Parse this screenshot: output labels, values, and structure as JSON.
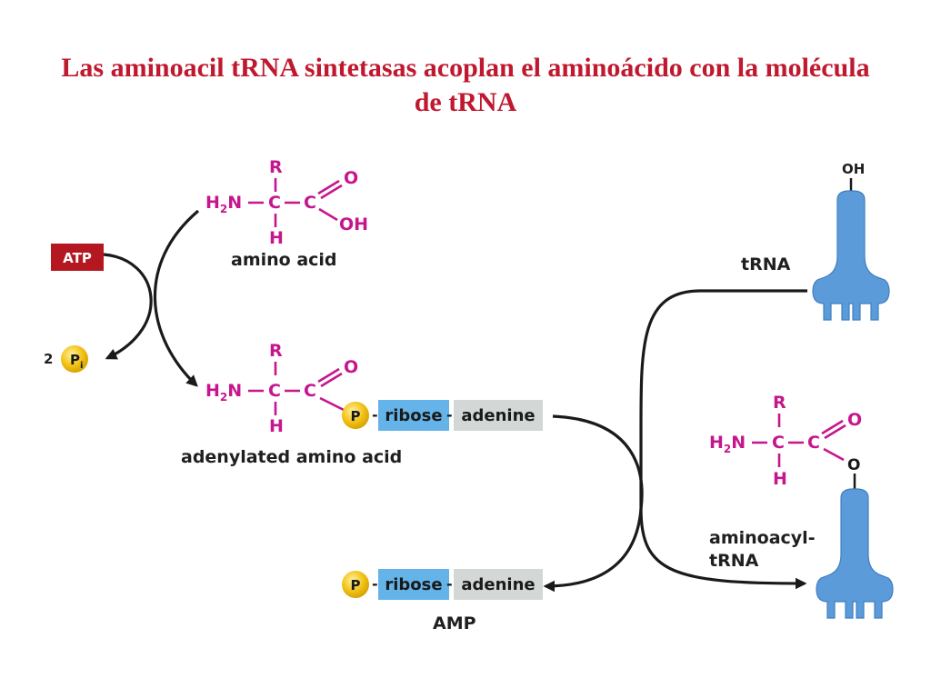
{
  "title": {
    "line1": "Las aminoacil tRNA sintetasas acoplan el aminoácido con la molécula",
    "line2": "de tRNA"
  },
  "chem": {
    "R": "R",
    "H": "H",
    "C": "C",
    "O": "O",
    "OH": "OH",
    "H2N_H": "H",
    "H2N_2": "2",
    "H2N_N": "N"
  },
  "labels": {
    "atp": "ATP",
    "pi_count": "2",
    "pi_P": "P",
    "pi_i": "i",
    "amino_acid": "amino acid",
    "adenylated": "adenylated amino acid",
    "amp": "AMP",
    "trna": "tRNA",
    "trna_oh": "OH",
    "aminoacyl_1": "aminoacyl-",
    "aminoacyl_2": "tRNA",
    "aminoacyl_O": "O"
  },
  "blocks": {
    "phosphate": "P",
    "ribose": "ribose",
    "adenine": "adenine"
  },
  "colors": {
    "title": "#c0182f",
    "chem": "#c6168d",
    "atp_box": "#b4171f",
    "phosphate": "#f2c318",
    "ribose": "#64b3e9",
    "adenine": "#d3d8d6",
    "trna": "#5b9bd9"
  }
}
